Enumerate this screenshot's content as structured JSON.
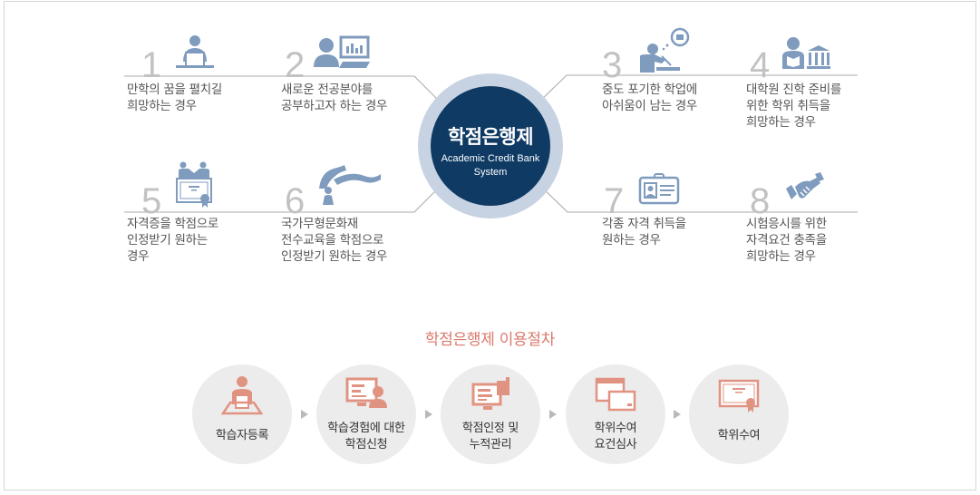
{
  "hub": {
    "title": "학점은행제",
    "subtitle": "Academic Credit Bank\nSystem",
    "colors": {
      "inner": "#0e3a64",
      "ring": "#c7d3e3"
    }
  },
  "cases": [
    {
      "num": "1",
      "icon": "person-laptop-icon",
      "text": "만학의 꿈을 펼치길\n희망하는 경우"
    },
    {
      "num": "2",
      "icon": "person-monitor-chart-icon",
      "text": "새로운 전공분야를\n공부하고자 하는 경우"
    },
    {
      "num": "3",
      "icon": "person-studying-book-icon",
      "text": "중도 포기한 학업에\n아쉬움이 남는 경우"
    },
    {
      "num": "4",
      "icon": "person-reading-university-icon",
      "text": "대학원 진학 준비를\n위한 학위 취득을\n희망하는 경우"
    },
    {
      "num": "5",
      "icon": "handshake-certificate-icon",
      "text": "자격증을 학점으로\n인정받기 원하는\n경우"
    },
    {
      "num": "6",
      "icon": "traditional-dancer-icon",
      "text": "국가무형문화재\n전수교육을 학점으로\n인정받기 원하는 경우"
    },
    {
      "num": "7",
      "icon": "id-badge-icon",
      "text": "각종 자격 취득을\n원하는 경우"
    },
    {
      "num": "8",
      "icon": "handshake-icon",
      "text": "시험응시를 위한\n자격요건 충족을\n희망하는 경우"
    }
  ],
  "process": {
    "title": "학점은행제 이용절차",
    "color": "#d97a6c",
    "steps": [
      {
        "icon": "learner-registration-icon",
        "label": "학습자등록"
      },
      {
        "icon": "monitor-person-icon",
        "label": "학습경험에 대한\n학점신청"
      },
      {
        "icon": "monitor-thumbs-up-icon",
        "label": "학점인정 및\n누적관리"
      },
      {
        "icon": "windows-review-icon",
        "label": "학위수여\n요건심사"
      },
      {
        "icon": "diploma-icon",
        "label": "학위수여"
      }
    ]
  },
  "colors": {
    "case_icon": "#7f9bbd",
    "number": "#c2c2c2",
    "line": "#a8a8a8"
  }
}
